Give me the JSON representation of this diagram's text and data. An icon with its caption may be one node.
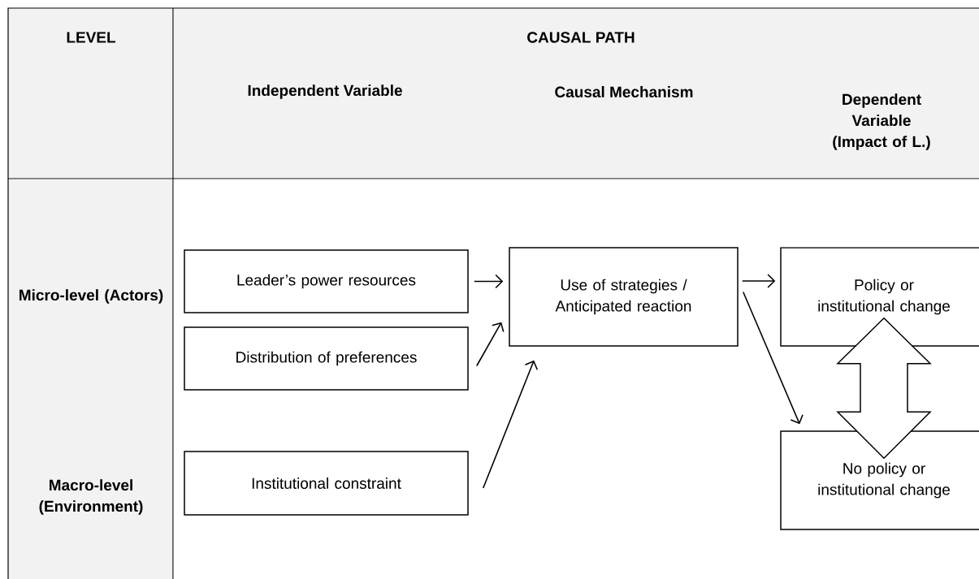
{
  "diagram": {
    "nodes": [
      {
        "text": [
          "Leader’s power resources"
        ]
      },
      {
        "text": [
          "Distribution of preferences"
        ]
      },
      {
        "text": [
          "Institutional constraint"
        ]
      },
      {
        "text": [
          "Use of strategies / Anticipated reaction"
        ]
      },
      {
        "text": [
          "Policy or institutional change"
        ]
      },
      {
        "text": [
          "No policy or institutional change"
        ]
      }
    ],
    "edges": [
      {
        "from": 0,
        "to": 3,
        "arrow": "to"
      },
      {
        "from": 1,
        "to": 3,
        "arrow": "to"
      },
      {
        "from": 2,
        "to": 3,
        "arrow": "to"
      },
      {
        "from": 3,
        "to": 4,
        "arrow": "to"
      },
      {
        "from": 3,
        "to": 5,
        "arrow": "to"
      },
      {
        "from": 4,
        "to": 5,
        "arrow": "both",
        "style": "thick"
      }
    ],
    "labels": [
      "LEVEL",
      "CAUSAL PATH",
      "Independent Variable",
      "Causal Mechanism",
      "Dependent Variable (Impact of L.)",
      "Micro-level (Actors)",
      "Macro-level (Environment)"
    ]
  }
}
